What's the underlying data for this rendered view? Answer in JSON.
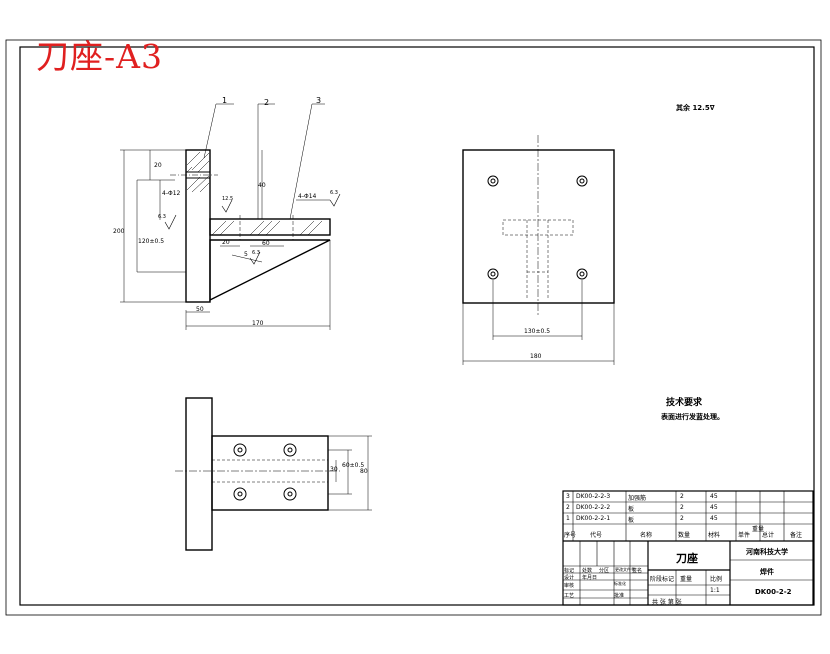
{
  "sheet_title": "刀座-A3",
  "roughness_note": "其余",
  "roughness_value": "12.5",
  "tech": {
    "title": "技术要求",
    "line1": "表面进行发蓝处理。"
  },
  "leaders": [
    "1",
    "2",
    "3"
  ],
  "dims_front": {
    "d1": "20",
    "d2": "4-Φ12",
    "d3": "40",
    "d4": "4-Φ14",
    "d5": "20",
    "d6": "60",
    "d7": "5",
    "d8": "50",
    "d9": "170",
    "d10": "120±0.5",
    "d11": "200",
    "r1": "6.3",
    "r2": "12.5",
    "r3": "6.3",
    "r4": "6.3"
  },
  "dims_top": {
    "w1": "130±0.5",
    "w2": "180"
  },
  "dims_bottom": {
    "h1": "30",
    "h2": "60±0.5",
    "h3": "80"
  },
  "bom": {
    "rows": [
      {
        "no": "3",
        "code": "DK00-2-2-3",
        "name": "加强筋",
        "qty": "2",
        "mat": "45"
      },
      {
        "no": "2",
        "code": "DK00-2-2-2",
        "name": "板",
        "qty": "2",
        "mat": "45"
      },
      {
        "no": "1",
        "code": "DK00-2-2-1",
        "name": "板",
        "qty": "2",
        "mat": "45"
      }
    ],
    "header": [
      "序号",
      "代号",
      "名称",
      "数量",
      "材料",
      "单件",
      "总计",
      "备注"
    ],
    "header_extra": "重量"
  },
  "titleblock": {
    "part_name": "刀座",
    "school": "河南科技大学",
    "material": "焊件",
    "drawing_no": "DK00-2-2",
    "scale": "1:1",
    "labels": [
      "标记",
      "处数",
      "分区",
      "更改文件号",
      "签名",
      "年月日"
    ],
    "roles": [
      "设计",
      "标准化",
      "审核",
      "工艺",
      "批准"
    ],
    "stage_label": "阶段标记",
    "weight_label": "重量",
    "scale_label": "比例",
    "sheet_info": "共  张  第  张"
  }
}
